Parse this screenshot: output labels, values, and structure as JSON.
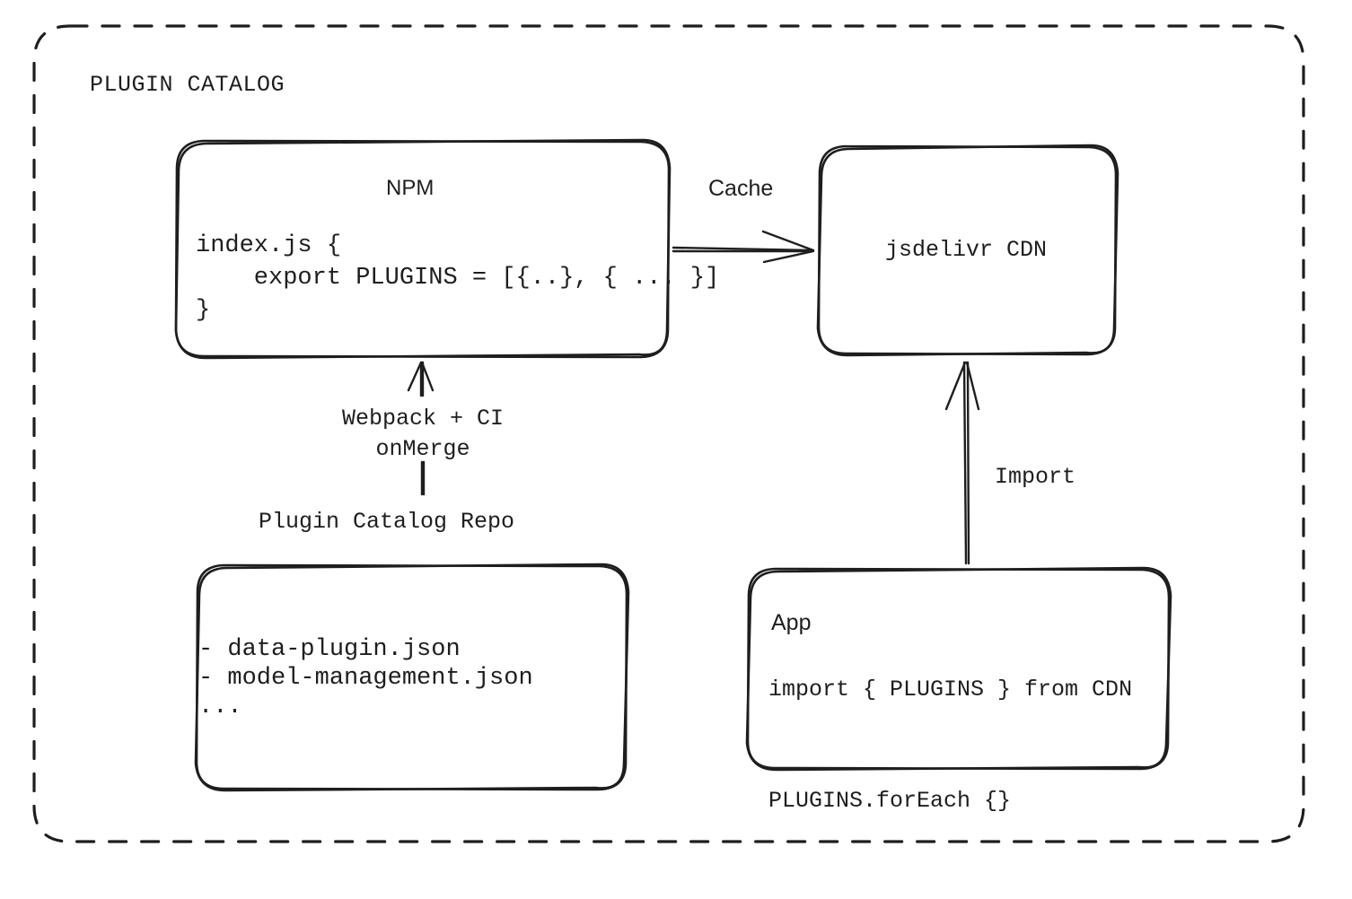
{
  "diagram": {
    "container": {
      "title": "PLUGIN CATALOG",
      "border_style": "dashed",
      "stroke_color": "#1e1e1e",
      "background": "#ffffff"
    },
    "nodes": {
      "npm": {
        "title": "NPM",
        "code": "index.js {\n    export PLUGINS = [{..}, { ... }]\n}"
      },
      "cdn": {
        "label": "jsdelivr CDN"
      },
      "repo": {
        "title": "Plugin Catalog Repo",
        "files": "- data-plugin.json\n- model-management.json\n..."
      },
      "app": {
        "title": "App",
        "code": "import { PLUGINS } from CDN\n\nPLUGINS.forEach {}"
      }
    },
    "edges": {
      "cache": {
        "label": "Cache",
        "from": "npm",
        "to": "cdn",
        "direction": "right"
      },
      "build": {
        "label": "Webpack + CI\nonMerge",
        "from": "repo",
        "to": "npm",
        "direction": "up"
      },
      "import": {
        "label": "Import",
        "from": "app",
        "to": "cdn",
        "direction": "up"
      }
    }
  }
}
